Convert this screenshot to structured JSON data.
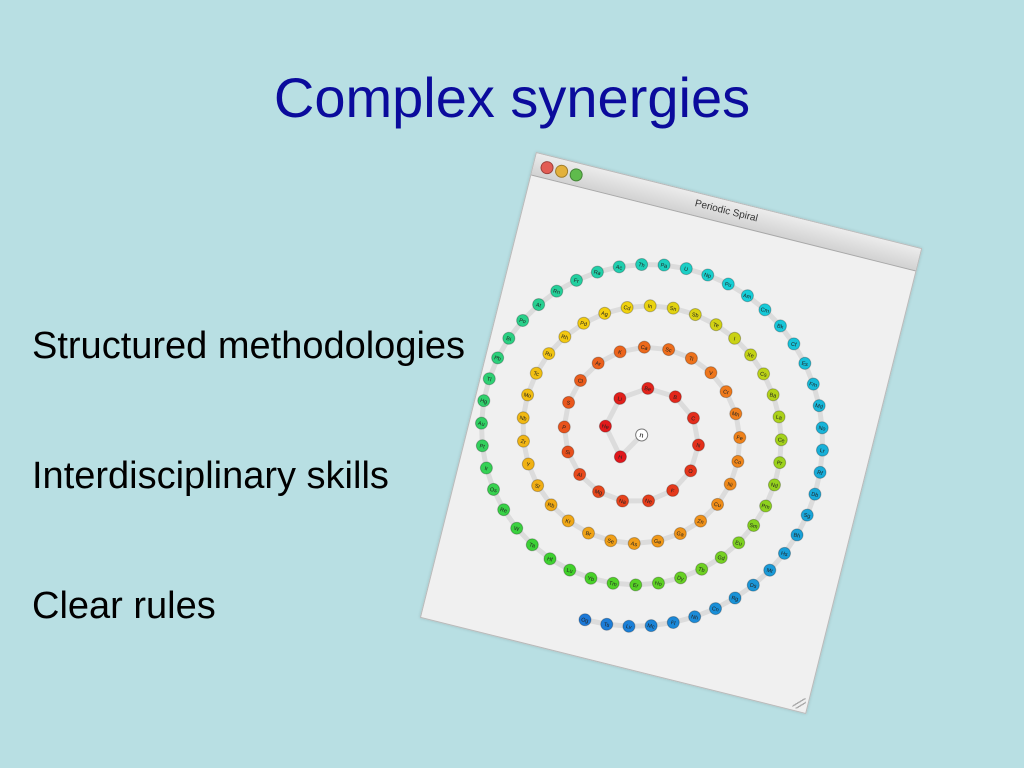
{
  "slide": {
    "title": "Complex synergies",
    "bullets": [
      "Structured methodologies",
      "Interdisciplinary skills",
      "Clear rules"
    ]
  },
  "window": {
    "title": "Periodic Spiral",
    "center_label": "n",
    "colors": {
      "background": "#f0f0f0",
      "spiral_track": "#dcdcdc",
      "center": "#ffffff",
      "red": "#e0161b",
      "orange": "#ef7c1c",
      "yellow": "#f2d20f",
      "green": "#3fd12a",
      "cyan": "#16cfd9",
      "blue": "#1c79d8"
    },
    "elements": [
      "H",
      "He",
      "Li",
      "Be",
      "B",
      "C",
      "N",
      "O",
      "F",
      "Ne",
      "Na",
      "Mg",
      "Al",
      "Si",
      "P",
      "S",
      "Cl",
      "Ar",
      "K",
      "Ca",
      "Sc",
      "Ti",
      "V",
      "Cr",
      "Mn",
      "Fe",
      "Co",
      "Ni",
      "Cu",
      "Zn",
      "Ga",
      "Ge",
      "As",
      "Se",
      "Br",
      "Kr",
      "Rb",
      "Sr",
      "Y",
      "Zr",
      "Nb",
      "Mo",
      "Tc",
      "Ru",
      "Rh",
      "Pd",
      "Ag",
      "Cd",
      "In",
      "Sn",
      "Sb",
      "Te",
      "I",
      "Xe",
      "Cs",
      "Ba",
      "La",
      "Ce",
      "Pr",
      "Nd",
      "Pm",
      "Sm",
      "Eu",
      "Gd",
      "Tb",
      "Dy",
      "Ho",
      "Er",
      "Tm",
      "Yb",
      "Lu",
      "Hf",
      "Ta",
      "W",
      "Re",
      "Os",
      "Ir",
      "Pt",
      "Au",
      "Hg",
      "Tl",
      "Pb",
      "Bi",
      "Po",
      "At",
      "Rn",
      "Fr",
      "Ra",
      "Ac",
      "Th",
      "Pa",
      "U",
      "Np",
      "Pu",
      "Am",
      "Cm",
      "Bk",
      "Cf",
      "Es",
      "Fm",
      "Md",
      "No",
      "Lr",
      "Rf",
      "Db",
      "Sg",
      "Bh",
      "Hs",
      "Mt",
      "Ds",
      "Rg",
      "Cn",
      "Nh",
      "Fl",
      "Mc",
      "Lv",
      "Ts",
      "Og"
    ]
  }
}
